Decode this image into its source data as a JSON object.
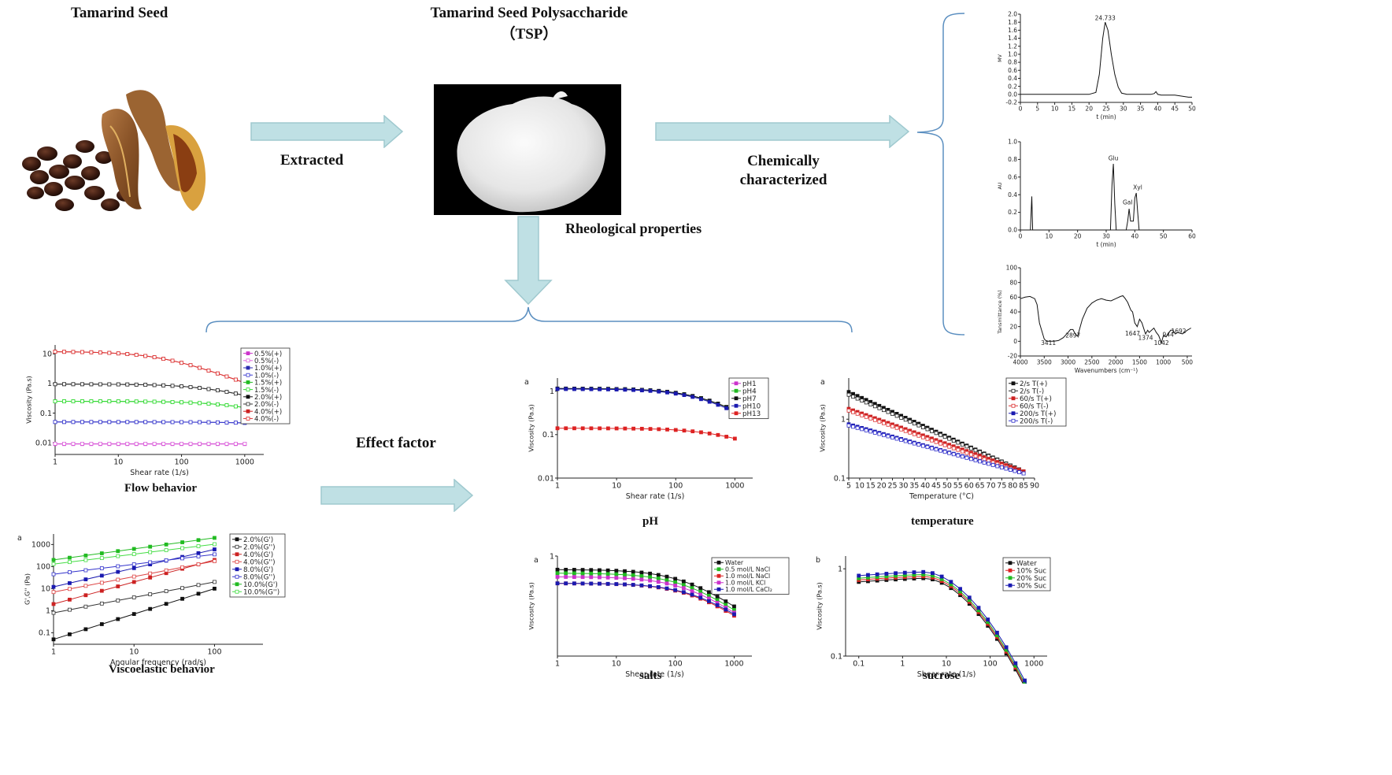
{
  "titles": {
    "seed": "Tamarind Seed",
    "tsp_line1": "Tamarind Seed Polysaccharide",
    "tsp_line2": "（TSP）"
  },
  "arrows": {
    "extracted": "Extracted",
    "chem_line1": "Chemically",
    "chem_line2": "characterized",
    "rheo": "Rheological properties",
    "effect": "Effect factor"
  },
  "captions": {
    "flow": "Flow behavior",
    "visco": "Viscoelastic behavior",
    "ph": "pH",
    "temp": "temperature",
    "salts": "salts",
    "sucrose": "sucrose"
  },
  "colors": {
    "arrow_fill": "#bfe0e4",
    "arrow_stroke": "#9fc9cf",
    "brace": "#5b8fc0"
  },
  "chart_data": [
    {
      "id": "gpc",
      "type": "line",
      "ylabel": "MV",
      "xlabel": "t (min)",
      "xlim": [
        0,
        50
      ],
      "ylim": [
        -0.2,
        2.0
      ],
      "xticks": [
        0,
        5,
        10,
        15,
        20,
        25,
        30,
        35,
        40,
        45,
        50
      ],
      "yticks": [
        -0.2,
        0.0,
        0.2,
        0.4,
        0.6,
        0.8,
        1.0,
        1.2,
        1.4,
        1.6,
        1.8,
        2.0
      ],
      "annotations": [
        {
          "text": "24.733",
          "x": 24.7,
          "y": 1.85
        }
      ],
      "series": [
        {
          "x": [
            0,
            10,
            20,
            22,
            23,
            24,
            24.7,
            25.5,
            26.5,
            27.5,
            28.5,
            29.5,
            31,
            33,
            38,
            39,
            39.5,
            40,
            41,
            45,
            49,
            50
          ],
          "y": [
            0,
            0,
            0,
            0.05,
            0.5,
            1.4,
            1.8,
            1.6,
            1.0,
            0.5,
            0.18,
            0.03,
            0,
            0,
            0,
            0.02,
            0.07,
            0,
            -0.02,
            -0.02,
            -0.07,
            -0.07
          ]
        }
      ]
    },
    {
      "id": "hplc",
      "type": "line",
      "ylabel": "AU",
      "xlabel": "t (min)",
      "xlim": [
        0,
        60
      ],
      "ylim": [
        0,
        1.0
      ],
      "xticks": [
        0,
        10,
        20,
        30,
        40,
        50,
        60
      ],
      "yticks": [
        0.0,
        0.2,
        0.4,
        0.6,
        0.8,
        1.0
      ],
      "annotations": [
        {
          "text": "Glu",
          "x": 32.5,
          "y": 0.79
        },
        {
          "text": "Gal",
          "x": 37.5,
          "y": 0.29
        },
        {
          "text": "Xyl",
          "x": 41,
          "y": 0.46
        }
      ],
      "series": [
        {
          "x": [
            0,
            3.5,
            4,
            4.3,
            4.6,
            5,
            31.5,
            32,
            32.5,
            33,
            33.5,
            37,
            37.5,
            38,
            38.5,
            39.5,
            40,
            40.5,
            41,
            41.5,
            45,
            60
          ],
          "y": [
            0,
            0,
            0.38,
            0,
            0,
            0,
            0,
            0.5,
            0.75,
            0.3,
            0,
            0,
            0.1,
            0.24,
            0.1,
            0.1,
            0.36,
            0.42,
            0.2,
            0,
            0,
            0
          ]
        }
      ]
    },
    {
      "id": "ftir",
      "type": "line",
      "ylabel": "Tansmittance (%)",
      "xlabel": "Wavenumbers (cm⁻¹)",
      "xlim": [
        4000,
        400
      ],
      "ylim": [
        -20,
        100
      ],
      "xticks": [
        4000,
        3500,
        3000,
        2500,
        2000,
        1500,
        1000,
        500
      ],
      "yticks": [
        -20,
        0,
        20,
        40,
        60,
        80,
        100
      ],
      "annotations": [
        {
          "text": "3411",
          "x": 3411,
          "y": -5
        },
        {
          "text": "2897",
          "x": 2897,
          "y": 5
        },
        {
          "text": "1647",
          "x": 1647,
          "y": 8
        },
        {
          "text": "1374",
          "x": 1374,
          "y": 2
        },
        {
          "text": "1042",
          "x": 1042,
          "y": -5
        },
        {
          "text": "944",
          "x": 900,
          "y": 6
        },
        {
          "text": "1692",
          "x": 680,
          "y": 11
        }
      ],
      "series": [
        {
          "x": [
            4000,
            3900,
            3800,
            3700,
            3650,
            3600,
            3500,
            3450,
            3411,
            3300,
            3200,
            3100,
            3000,
            2950,
            2897,
            2850,
            2800,
            2700,
            2600,
            2500,
            2400,
            2300,
            2200,
            2100,
            2000,
            1900,
            1850,
            1800,
            1750,
            1700,
            1680,
            1647,
            1600,
            1550,
            1500,
            1450,
            1400,
            1374,
            1330,
            1300,
            1200,
            1150,
            1100,
            1042,
            1000,
            944,
            900,
            850,
            800,
            750,
            700,
            600,
            500,
            450,
            420
          ],
          "y": [
            58,
            60,
            61,
            58,
            50,
            25,
            3,
            0,
            0,
            0,
            1,
            5,
            12,
            16,
            16,
            10,
            7,
            30,
            45,
            52,
            56,
            58,
            56,
            55,
            58,
            61,
            62,
            58,
            53,
            45,
            42,
            40,
            25,
            20,
            30,
            25,
            15,
            10,
            15,
            12,
            18,
            12,
            8,
            -2,
            8,
            6,
            10,
            15,
            15,
            10,
            12,
            10,
            15,
            17,
            18
          ]
        }
      ]
    },
    {
      "id": "flow",
      "type": "line",
      "ylabel": "Viscosity (Pa.s)",
      "xlabel": "Shear rate (1/s)",
      "xscale": "log",
      "yscale": "log",
      "xlim": [
        1,
        2000
      ],
      "ylim": [
        0.004,
        20
      ],
      "xticks": [
        1,
        10,
        100,
        1000
      ],
      "yticks": [
        0.01,
        0.1,
        1,
        10
      ],
      "series": [
        {
          "name": "0.5%(+)",
          "color": "#cc33cc",
          "filled": true,
          "y0": 0.009,
          "n": 0,
          "c": 1
        },
        {
          "name": "0.5%(-)",
          "color": "#dd66dd",
          "filled": false,
          "y0": 0.0092,
          "n": 0,
          "c": 1
        },
        {
          "name": "1.0%(+)",
          "color": "#2a2ab0",
          "filled": true,
          "y0": 0.05,
          "n": 0.1,
          "c": 1000
        },
        {
          "name": "1.0%(-)",
          "color": "#3a3ad0",
          "filled": false,
          "y0": 0.05,
          "n": 0.1,
          "c": 1000
        },
        {
          "name": "1.5%(+)",
          "color": "#22bb22",
          "filled": true,
          "y0": 0.25,
          "n": 0.5,
          "c": 600
        },
        {
          "name": "1.5%(-)",
          "color": "#33dd33",
          "filled": false,
          "y0": 0.25,
          "n": 0.5,
          "c": 600
        },
        {
          "name": "2.0%(+)",
          "color": "#111111",
          "filled": true,
          "y0": 0.95,
          "n": 0.6,
          "c": 300
        },
        {
          "name": "2.0%(-)",
          "color": "#333333",
          "filled": false,
          "y0": 0.95,
          "n": 0.6,
          "c": 300
        },
        {
          "name": "4.0%(+)",
          "color": "#cc2222",
          "filled": true,
          "y0": 12,
          "n": 0.8,
          "c": 50
        },
        {
          "name": "4.0%(-)",
          "color": "#dd3333",
          "filled": false,
          "y0": 12,
          "n": 0.8,
          "c": 50
        }
      ]
    },
    {
      "id": "visco",
      "type": "line",
      "panel": "a",
      "ylabel": "G',G'' (Pa)",
      "xlabel": "Angular frequency (rad/s)",
      "xscale": "log",
      "yscale": "log",
      "xlim": [
        1,
        400
      ],
      "ylim": [
        0.03,
        3000
      ],
      "xticks": [
        1,
        10,
        100
      ],
      "yticks": [
        0.1,
        1,
        10,
        100,
        1000
      ],
      "series": [
        {
          "name": "2.0%(G')",
          "color": "#111111",
          "filled": true,
          "a": 0.05,
          "b": 1.15
        },
        {
          "name": "2.0%(G'')",
          "color": "#333333",
          "filled": false,
          "a": 0.8,
          "b": 0.7
        },
        {
          "name": "4.0%(G')",
          "color": "#cc2222",
          "filled": true,
          "a": 2,
          "b": 1.0
        },
        {
          "name": "4.0%(G'')",
          "color": "#dd4444",
          "filled": false,
          "a": 7,
          "b": 0.7
        },
        {
          "name": "8.0%(G')",
          "color": "#1a1ab0",
          "filled": true,
          "a": 12,
          "b": 0.85
        },
        {
          "name": "8.0%(G'')",
          "color": "#3333cc",
          "filled": false,
          "a": 45,
          "b": 0.45
        },
        {
          "name": "10.0%(G')",
          "color": "#22bb22",
          "filled": true,
          "a": 200,
          "b": 0.5
        },
        {
          "name": "10.0%(G'')",
          "color": "#44dd44",
          "filled": false,
          "a": 130,
          "b": 0.45
        }
      ]
    },
    {
      "id": "ph",
      "type": "line",
      "panel": "a",
      "ylabel": "Viscosity (Pa.s)",
      "xlabel": "Shear rate (1/s)",
      "xscale": "log",
      "yscale": "log",
      "xlim": [
        1,
        2000
      ],
      "ylim": [
        0.01,
        2
      ],
      "xticks": [
        1,
        10,
        100,
        1000
      ],
      "yticks": [
        0.01,
        0.1,
        1
      ],
      "series": [
        {
          "name": "pH1",
          "color": "#cc33cc",
          "filled": true,
          "y0": 1.15,
          "n": 0.8,
          "c": 300
        },
        {
          "name": "pH4",
          "color": "#22bb22",
          "filled": true,
          "y0": 1.15,
          "n": 0.8,
          "c": 300
        },
        {
          "name": "pH7",
          "color": "#111111",
          "filled": true,
          "y0": 1.15,
          "n": 0.8,
          "c": 300
        },
        {
          "name": "pH10",
          "color": "#1a1ab0",
          "filled": true,
          "y0": 1.12,
          "n": 0.8,
          "c": 280
        },
        {
          "name": "pH13",
          "color": "#dd2222",
          "filled": true,
          "y0": 0.14,
          "n": 0.5,
          "c": 500
        }
      ]
    },
    {
      "id": "temp",
      "type": "line",
      "panel": "a",
      "ylabel": "Viscosity (Pa.s)",
      "xlabel": "Temperature (°C)",
      "yscale": "log",
      "xlim": [
        5,
        90
      ],
      "ylim": [
        0.1,
        5
      ],
      "xticks": [
        5,
        10,
        15,
        20,
        25,
        30,
        35,
        40,
        45,
        50,
        55,
        60,
        65,
        70,
        75,
        80,
        85,
        90
      ],
      "yticks": [
        0.1,
        1
      ],
      "series": [
        {
          "name": "2/s T(+)",
          "color": "#111111",
          "filled": true,
          "v0": 2.9,
          "v1": 0.13
        },
        {
          "name": "2/s T(-)",
          "color": "#222222",
          "filled": false,
          "v0": 2.6,
          "v1": 0.13
        },
        {
          "name": "60/s T(+)",
          "color": "#cc2222",
          "filled": true,
          "v0": 1.5,
          "v1": 0.13
        },
        {
          "name": "60/s T(-)",
          "color": "#dd3333",
          "filled": false,
          "v0": 1.4,
          "v1": 0.12
        },
        {
          "name": "200/s T(+)",
          "color": "#1a1ab0",
          "filled": true,
          "v0": 0.82,
          "v1": 0.12
        },
        {
          "name": "200/s T(-)",
          "color": "#3333cc",
          "filled": false,
          "v0": 0.78,
          "v1": 0.12
        }
      ]
    },
    {
      "id": "salts",
      "type": "line",
      "panel": "a",
      "ylabel": "Viscosity (Pa.s)",
      "xlabel": "Shear rate (1/s)",
      "xscale": "log",
      "yscale": "log",
      "xlim": [
        1,
        2000
      ],
      "ylim": [
        0.012,
        1
      ],
      "xticks": [
        1,
        10,
        100,
        1000
      ],
      "yticks": [
        1
      ],
      "series": [
        {
          "name": "Water",
          "color": "#111111",
          "filled": true,
          "y0": 0.55,
          "n": 0.8,
          "c": 150
        },
        {
          "name": "0.5 mol/L NaCl",
          "color": "#22bb22",
          "filled": true,
          "y0": 0.47,
          "n": 0.8,
          "c": 150
        },
        {
          "name": "1.0 mol/L NaCl",
          "color": "#dd2222",
          "filled": true,
          "y0": 0.3,
          "n": 0.8,
          "c": 200
        },
        {
          "name": "1.0 mol/L KCl",
          "color": "#cc33cc",
          "filled": true,
          "y0": 0.4,
          "n": 0.8,
          "c": 160
        },
        {
          "name": "1.0 mol/L CaCl₂",
          "color": "#1a1ab0",
          "filled": true,
          "y0": 0.3,
          "n": 0.8,
          "c": 220
        }
      ]
    },
    {
      "id": "sucrose",
      "type": "line",
      "panel": "b",
      "ylabel": "Viscosity (Pa.s)",
      "xlabel": "Shear rate (1/s)",
      "xscale": "log",
      "yscale": "log",
      "xlim": [
        0.05,
        2000
      ],
      "ylim": [
        0.1,
        1.4
      ],
      "xticks": [
        0.1,
        1,
        10,
        100,
        1000
      ],
      "yticks": [
        0.1,
        1
      ],
      "series": [
        {
          "name": "Water",
          "color": "#111111",
          "filled": true,
          "peak": 0.78
        },
        {
          "name": "10% Suc",
          "color": "#dd2222",
          "filled": true,
          "peak": 0.82
        },
        {
          "name": "20% Suc",
          "color": "#22bb22",
          "filled": true,
          "peak": 0.86
        },
        {
          "name": "30% Suc",
          "color": "#1a1ab0",
          "filled": true,
          "peak": 0.92
        }
      ]
    }
  ]
}
